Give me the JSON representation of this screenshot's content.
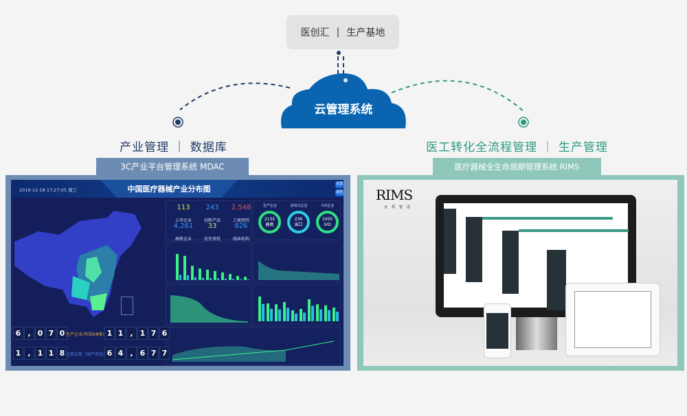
{
  "top_box": {
    "left": "医创汇",
    "sep": "|",
    "right": "生产基地"
  },
  "cloud": {
    "label": "云管理系统"
  },
  "left": {
    "headline": "产业管理 ｜ 数据库",
    "tab": "3C产业平台管理系统 MDAC"
  },
  "right": {
    "headline": "医工转化全流程管理 ｜ 生产管理",
    "tab": "医疗器械全生命周期管理系统 RIMS"
  },
  "colors": {
    "navy": "#1f3a64",
    "teal": "#2f9a80",
    "cloud": "#0a64b0",
    "left_frame": "#6c8cb3",
    "right_frame": "#8fc7bb"
  },
  "dashboard": {
    "datetime": "2019-12-18 17:27:05 周三",
    "title": "中国医疗器械产业分布图",
    "btn_fullscreen": "全屏",
    "btn_back": "返回",
    "stats": [
      {
        "value": "113",
        "label": "上市企业",
        "color": "#d7e05a"
      },
      {
        "value": "243",
        "label": "创新产品",
        "color": "#2e9bff"
      },
      {
        "value": "2,548",
        "label": "三类医院",
        "color": "#e0505a"
      },
      {
        "value": "4,261",
        "label": "高新企业",
        "color": "#2e9bff"
      },
      {
        "value": "33",
        "label": "优先审批",
        "color": "#d7e05a"
      },
      {
        "value": "826",
        "label": "临床机构",
        "color": "#2e9bff"
      }
    ],
    "donuts": [
      {
        "header": "生产企业",
        "value": "2132",
        "label": "器类"
      },
      {
        "header": "进出口企业",
        "value": "236",
        "label": "出口"
      },
      {
        "header": "IVD企业",
        "value": "1005",
        "label": "IVD"
      }
    ],
    "counters": [
      {
        "digits": [
          "6",
          ",",
          "0",
          "7",
          "0"
        ],
        "label": "生产企业(有效Ⅱ/Ⅲ类)",
        "digits2": [
          "1",
          "1",
          ",",
          "1",
          "7",
          "6"
        ]
      },
      {
        "digits": [
          "1",
          ",",
          "1",
          "1",
          "8"
        ],
        "label": "注册证数（国产有效）",
        "digits2": [
          "6",
          "4",
          ",",
          "6",
          "7",
          "7"
        ]
      }
    ],
    "bars1": [
      95,
      88,
      52,
      42,
      38,
      33,
      28,
      22,
      15,
      12
    ],
    "bars2": [
      90,
      65,
      62,
      70,
      40,
      45,
      80,
      62,
      58,
      50
    ]
  },
  "rims": {
    "logo": "RIMS",
    "logo_sub": "合规智造"
  }
}
